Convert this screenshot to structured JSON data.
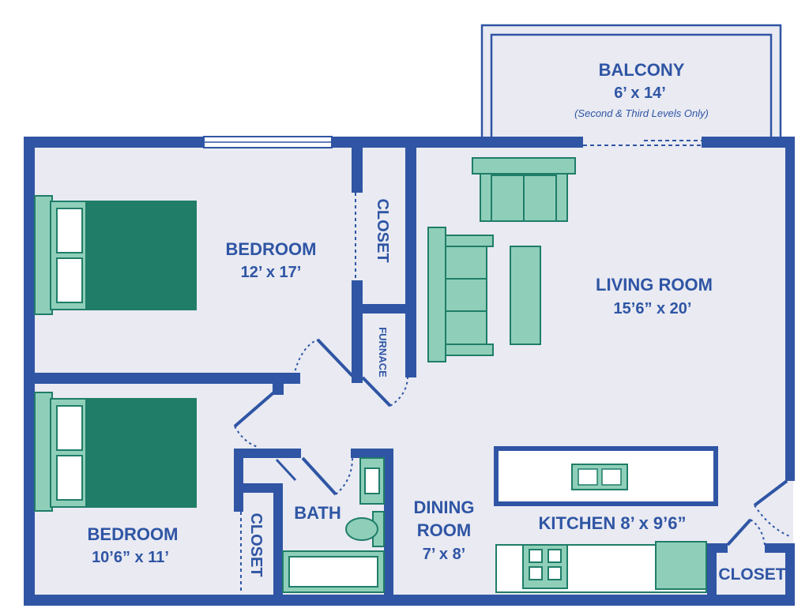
{
  "colors": {
    "wall": "#2f55a4",
    "floor": "#e9eaf2",
    "furniture_light": "#8fcfb9",
    "furniture_dark": "#1f7d68",
    "furniture_stroke": "#1f7d68",
    "counter": "#ffffff",
    "label": "#2f55a4"
  },
  "rooms": {
    "balcony": {
      "name": "BALCONY",
      "size": "6’ x 14’",
      "note": "(Second & Third Levels Only)"
    },
    "bedroom1": {
      "name": "BEDROOM",
      "size": "12’ x 17’"
    },
    "closet_top": {
      "name": "CLOSET"
    },
    "furnace": {
      "name": "FURNACE"
    },
    "living_room": {
      "name": "LIVING ROOM",
      "size": "15’6” x 20’"
    },
    "bedroom2": {
      "name": "BEDROOM",
      "size": "10’6” x 11’"
    },
    "closet_bottom": {
      "name": "CLOSET"
    },
    "bath": {
      "name": "BATH"
    },
    "dining_room": {
      "name": "DINING",
      "name2": "ROOM",
      "size": "7’ x 8’"
    },
    "kitchen": {
      "name": "KITCHEN 8’ x 9’6”"
    },
    "closet_right": {
      "name": "CLOSET"
    }
  },
  "furniture": [
    "bed-icon",
    "bed-icon",
    "sofa-icon",
    "armchair-icon",
    "coffee-table-icon",
    "sink-icon",
    "toilet-icon",
    "bathtub-icon",
    "kitchen-sink-icon",
    "stove-icon",
    "refrigerator-icon"
  ]
}
